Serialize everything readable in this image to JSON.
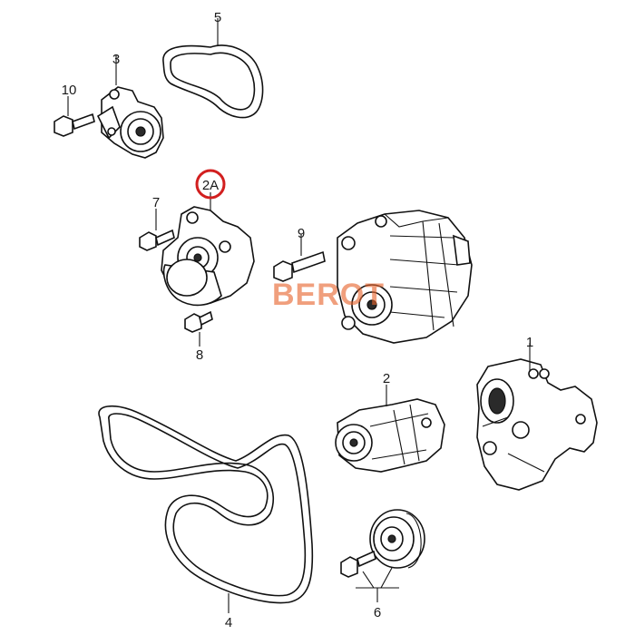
{
  "colors": {
    "line": "#111111",
    "highlight_ring": "#d21f1f",
    "watermark": "#e8662f",
    "background": "#ffffff"
  },
  "callouts": {
    "p1": "1",
    "p2": "2",
    "p2A": "2A",
    "p3": "3",
    "p4": "4",
    "p5": "5",
    "p6": "6",
    "p7": "7",
    "p8": "8",
    "p9": "9",
    "p10": "10"
  },
  "highlighted_callout": "2A",
  "watermark": "BEROT"
}
